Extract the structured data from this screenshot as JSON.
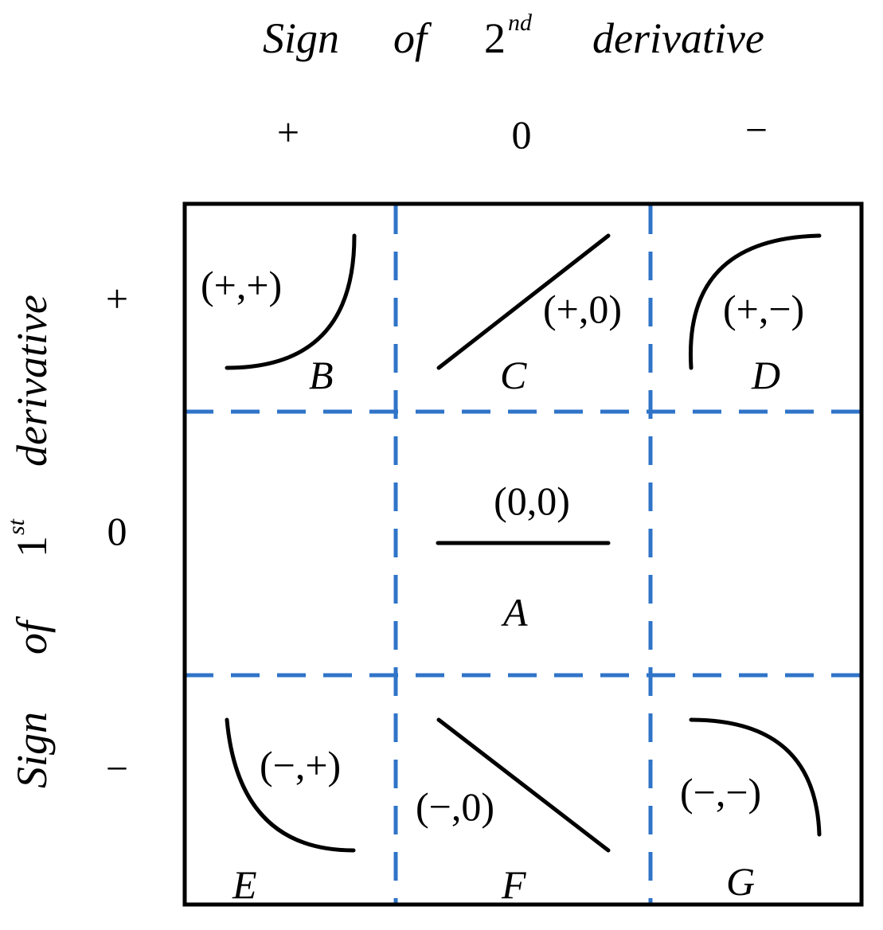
{
  "top_title": {
    "w1": "Sign",
    "w2": "of",
    "w3": "2",
    "w3_sup": "nd",
    "w4": "derivative"
  },
  "side_title": {
    "w1": "Sign",
    "w2": "of",
    "w3": "1",
    "w3_sup": "st",
    "w4": "derivative"
  },
  "column_signs": [
    "+",
    "0",
    "−"
  ],
  "row_signs": [
    "+",
    "0",
    "−"
  ],
  "cells": {
    "B": {
      "label": "B",
      "pair": "(+,+)"
    },
    "C": {
      "label": "C",
      "pair": "(+,0)"
    },
    "D": {
      "label": "D",
      "pair": "(+,−)"
    },
    "A": {
      "label": "A",
      "pair": "(0,0)"
    },
    "E": {
      "label": "E",
      "pair": "(−,+)"
    },
    "F": {
      "label": "F",
      "pair": "(−,0)"
    },
    "G": {
      "label": "G",
      "pair": "(−,−)"
    }
  },
  "colors": {
    "grid": "#2f74c8",
    "ink": "#000000"
  }
}
